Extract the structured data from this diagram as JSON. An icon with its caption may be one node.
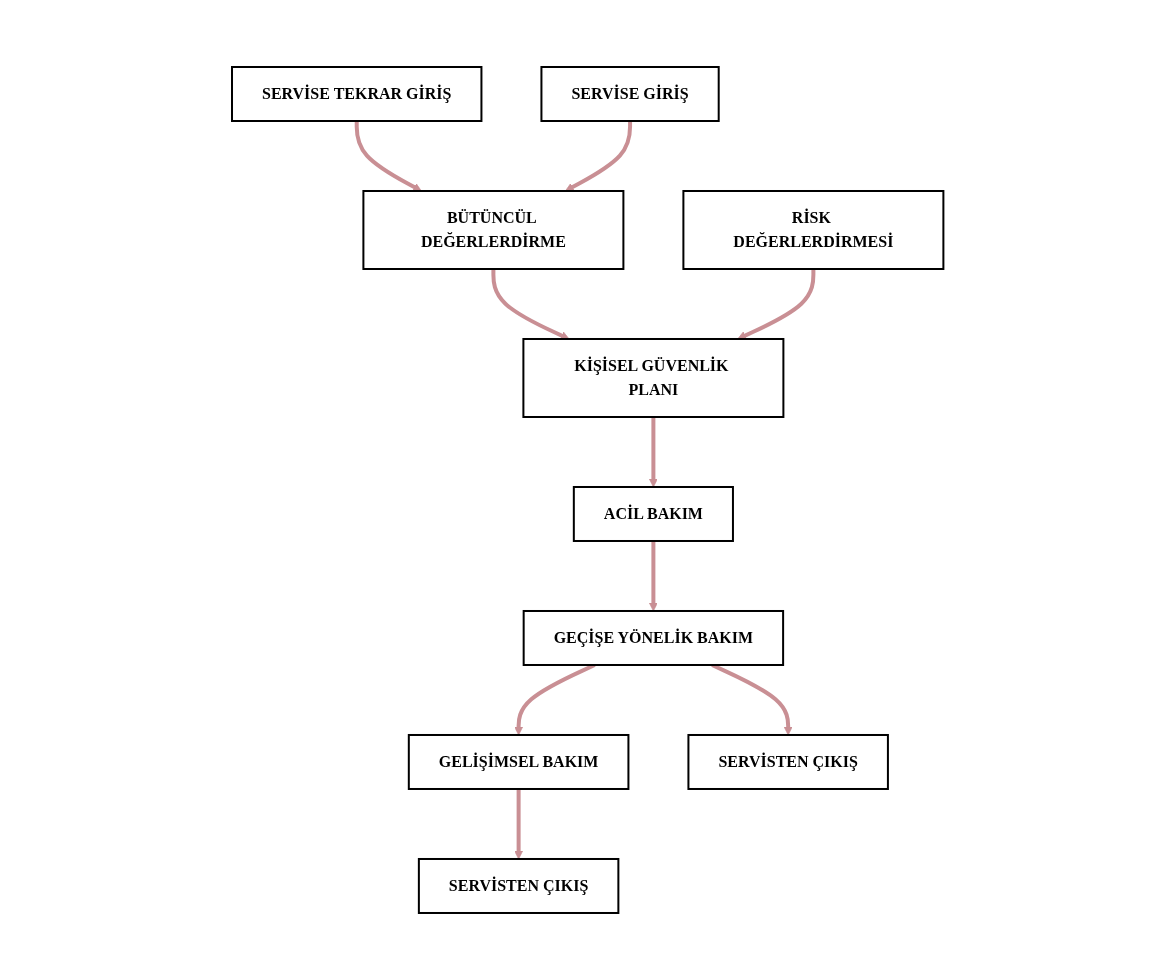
{
  "diagram": {
    "nodes": [
      {
        "text": [
          "SERVİSE TEKRAR GİRİŞ"
        ]
      },
      {
        "text": [
          "BÜTÜNCÜL DEĞERLERDİRME"
        ]
      },
      {
        "text": [
          "RİSK DEĞERLERDİRMESİ"
        ]
      },
      {
        "text": [
          "SERVİSE GİRİŞ"
        ]
      },
      {
        "text": [
          "SERVİSTEN ÇIKIŞ"
        ]
      },
      {
        "text": [
          "GELİŞİMSEL BAKIM"
        ]
      },
      {
        "text": [
          "KİŞİSEL GÜVENLİK PLANI"
        ]
      },
      {
        "text": [
          "SERVİSTEN ÇIKIŞ"
        ]
      },
      {
        "text": [
          "GEÇİŞE YÖNELİK BAKIM"
        ]
      },
      {
        "text": [
          "ACİL BAKIM"
        ]
      }
    ],
    "edges": [
      {
        "from": 0,
        "to": 1,
        "arrow": "to"
      },
      {
        "from": 3,
        "to": 1,
        "arrow": "to"
      },
      {
        "from": 1,
        "to": 6,
        "arrow": "to"
      },
      {
        "from": 2,
        "to": 6,
        "arrow": "to"
      },
      {
        "from": 6,
        "to": 9,
        "arrow": "to"
      },
      {
        "from": 9,
        "to": 8,
        "arrow": "to"
      },
      {
        "from": 8,
        "to": 5,
        "arrow": "to"
      },
      {
        "from": 5,
        "to": 4,
        "arrow": "to"
      },
      {
        "from": 8,
        "to": 7,
        "arrow": "to"
      }
    ]
  }
}
